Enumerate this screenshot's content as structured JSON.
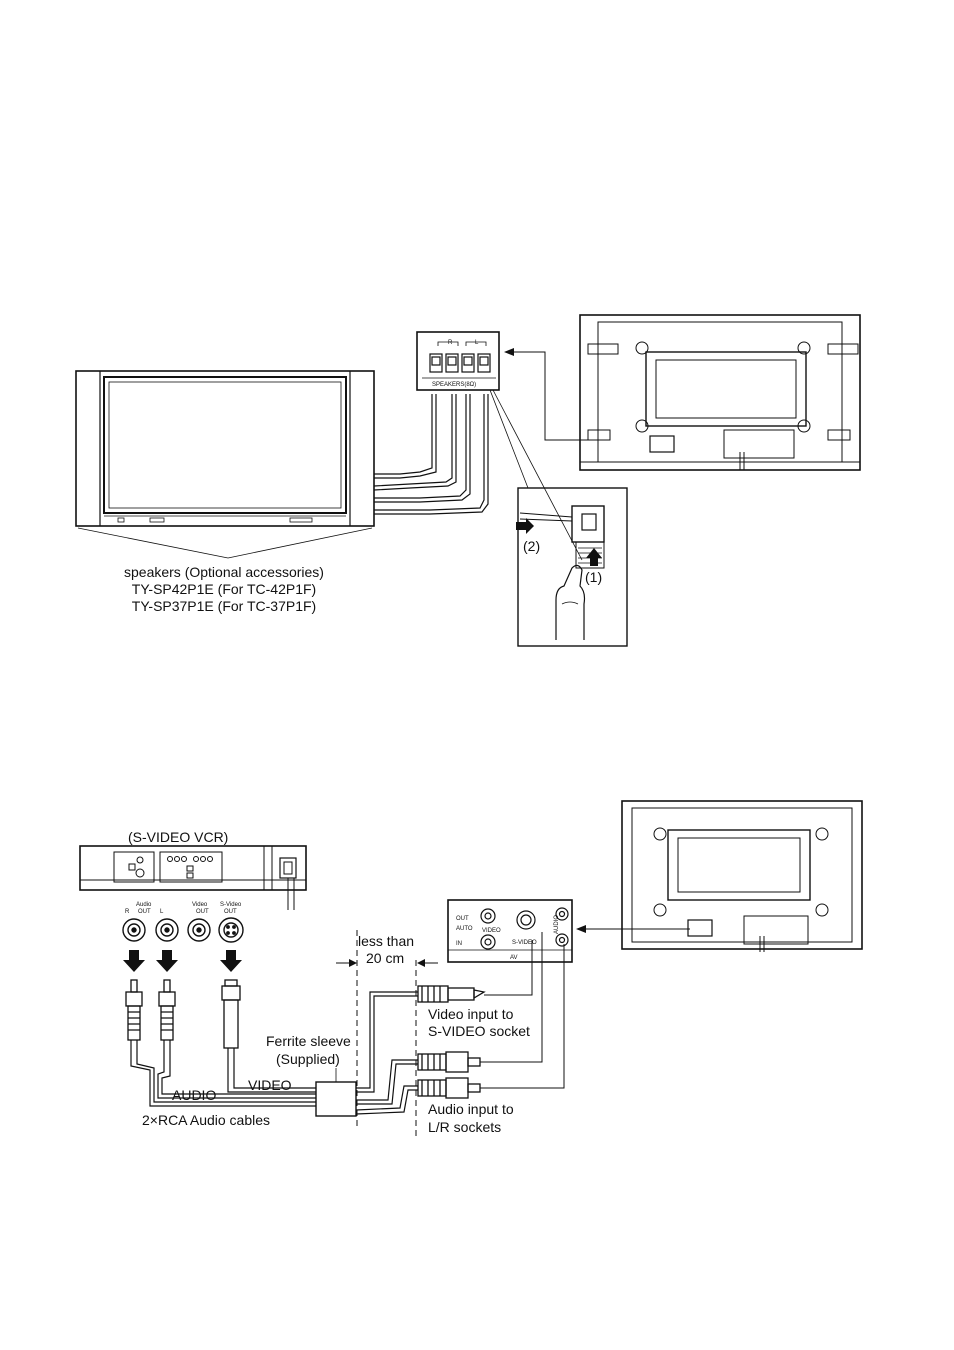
{
  "speakers_section": {
    "panel_label": "SPEAKERS(8Ω)",
    "terminal_r": "R",
    "terminal_l": "L",
    "caption_line1": "speakers (Optional accessories)",
    "caption_line2": "TY-SP42P1E (For TC-42P1F)",
    "caption_line3": "TY-SP37P1E (For TC-37P1F)",
    "step1": "(1)",
    "step2": "(2)"
  },
  "vcr_section": {
    "vcr_title": "(S-VIDEO VCR)",
    "jack_audio": "Audio",
    "jack_out": "OUT",
    "jack_r": "R",
    "jack_l": "L",
    "jack_video": "Video",
    "jack_svideo": "S-Video",
    "jack_video_out": "OUT",
    "jack_svideo_out": "OUT",
    "distance_line1": "less than",
    "distance_line2": "20 cm",
    "ferrite_line1": "Ferrite sleeve",
    "ferrite_line2": "(Supplied)",
    "cable_audio": "AUDIO",
    "cable_video": "VIDEO",
    "rca_caption": "2×RCA Audio cables",
    "video_input_line1": "Video input to",
    "video_input_line2": "S-VIDEO socket",
    "audio_input_line1": "Audio input to",
    "audio_input_line2": "L/R sockets",
    "av_out": "OUT",
    "av_auto": "AUTO",
    "av_in": "IN",
    "av_video": "VIDEO",
    "av_svideo": "S-VIDEO",
    "av_audio": "AUDIO",
    "av_label": "AV"
  }
}
